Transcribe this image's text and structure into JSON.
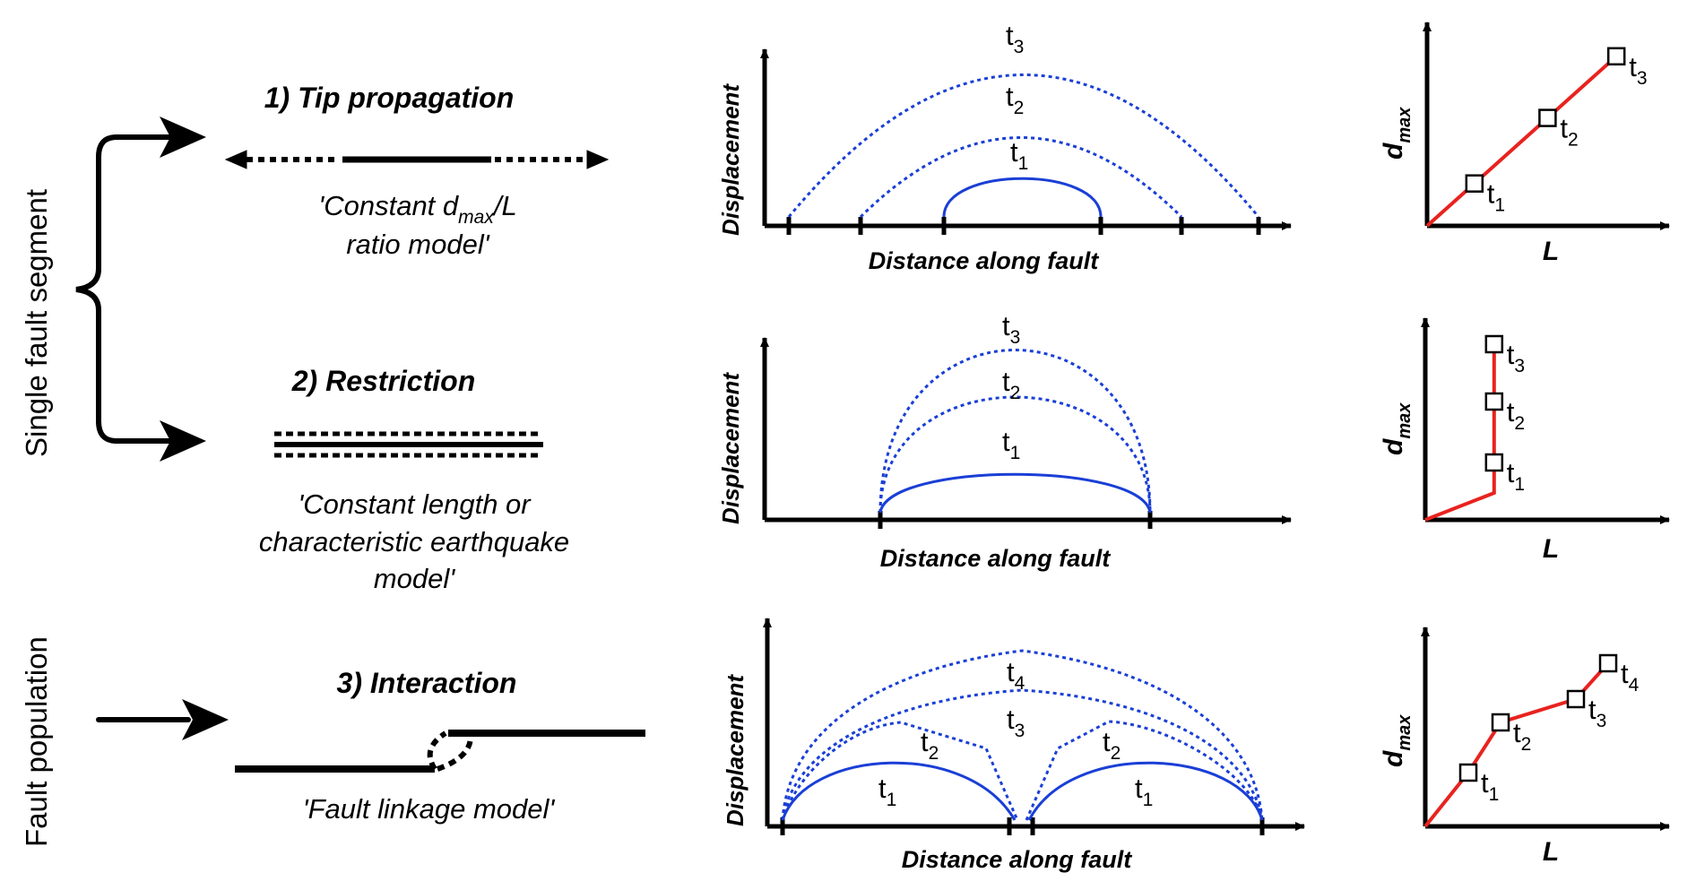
{
  "left_labels": {
    "single": "Single fault segment",
    "population": "Fault population"
  },
  "models": [
    {
      "title": "1) Tip propagation",
      "caption_lines": [
        "'Constant d",
        "max",
        "/L",
        "ratio model'"
      ]
    },
    {
      "title": "2) Restriction",
      "caption_lines": [
        "'Constant length or",
        "characteristic earthquake",
        "model'"
      ]
    },
    {
      "title": "3) Interaction",
      "caption_lines": [
        "'Fault linkage model'"
      ]
    }
  ],
  "profile_axes": {
    "ylabel": "Displacement",
    "xlabel": "Distance along fault"
  },
  "scaling_axes": {
    "ylabel_main": "d",
    "ylabel_sub": "max",
    "xlabel": "L"
  },
  "time_labels": {
    "t": "t",
    "s1": "1",
    "s2": "2",
    "s3": "3",
    "s4": "4"
  },
  "colors": {
    "solid_profile": "#1a3fd6",
    "dotted_profile": "#1a3fd6",
    "scaling_line": "#e8231f",
    "ink": "#000000"
  },
  "chart_data": [
    {
      "type": "line",
      "panel": "tip-propagation-scaling",
      "xlabel": "L",
      "ylabel": "dmax",
      "series": [
        {
          "values": [
            {
              "label": "t1",
              "x": 0.22,
              "y": 0.22
            },
            {
              "label": "t2",
              "x": 0.56,
              "y": 0.56
            },
            {
              "label": "t3",
              "x": 0.88,
              "y": 0.88
            }
          ]
        }
      ]
    },
    {
      "type": "line",
      "panel": "restriction-scaling",
      "xlabel": "L",
      "ylabel": "dmax",
      "series": [
        {
          "values": [
            {
              "label": "t1",
              "x": 0.32,
              "y": 0.32
            },
            {
              "label": "t2",
              "x": 0.32,
              "y": 0.66
            },
            {
              "label": "t3",
              "x": 0.32,
              "y": 0.98
            }
          ]
        }
      ]
    },
    {
      "type": "line",
      "panel": "interaction-scaling",
      "xlabel": "L",
      "ylabel": "dmax",
      "series": [
        {
          "values": [
            {
              "label": "t1",
              "x": 0.2,
              "y": 0.3
            },
            {
              "label": "t2",
              "x": 0.35,
              "y": 0.58
            },
            {
              "label": "t3",
              "x": 0.7,
              "y": 0.71
            },
            {
              "label": "t4",
              "x": 0.85,
              "y": 0.91
            }
          ]
        }
      ]
    }
  ]
}
